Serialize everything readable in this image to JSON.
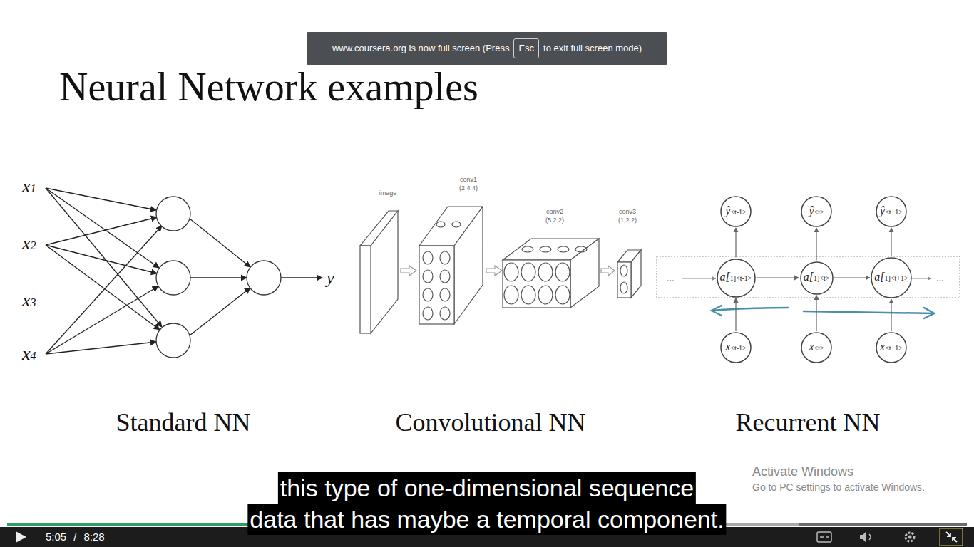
{
  "diagram": {
    "title": "Neural Network examples",
    "nodes": [
      {
        "text": [
          "ŷ<t-1>"
        ]
      },
      {
        "text": [
          "ŷ<t>"
        ]
      },
      {
        "text": [
          "ŷ<t+1>"
        ]
      },
      {
        "text": [
          "a[1]<t-1>"
        ]
      },
      {
        "text": [
          "a[1]<t>"
        ]
      },
      {
        "text": [
          "a[1]<t+1>"
        ]
      },
      {
        "text": [
          "x<t-1>"
        ]
      },
      {
        "text": [
          "x<t>"
        ]
      },
      {
        "text": [
          "x<t+1>"
        ]
      }
    ],
    "edges": [
      {
        "from": 6,
        "to": 3,
        "arrow": "to"
      },
      {
        "from": 7,
        "to": 4,
        "arrow": "to"
      },
      {
        "from": 8,
        "to": 5,
        "arrow": "to"
      },
      {
        "from": 3,
        "to": 0,
        "arrow": "to"
      },
      {
        "from": 4,
        "to": 1,
        "arrow": "to"
      },
      {
        "from": 5,
        "to": 2,
        "arrow": "to"
      },
      {
        "from": 3,
        "to": 4,
        "arrow": "to"
      },
      {
        "from": 4,
        "to": 5,
        "arrow": "to"
      }
    ],
    "labels": [
      "x1",
      "x2",
      "x3",
      "x4",
      "y",
      "image",
      "conv1",
      "(2 4 4)",
      "conv2",
      "(5 2 2)",
      "conv3",
      "(1 2 2)",
      "...",
      "...",
      "Standard NN",
      "Convolutional NN",
      "Recurrent NN",
      "www.coursera.org is now full screen (Press",
      "Esc",
      "to exit full screen mode)",
      "this type of one-dimensional sequence",
      "data that has maybe a temporal component.",
      "Activate Windows",
      "Go to PC settings to activate Windows.",
      "5:05",
      "/",
      "8:28"
    ]
  }
}
